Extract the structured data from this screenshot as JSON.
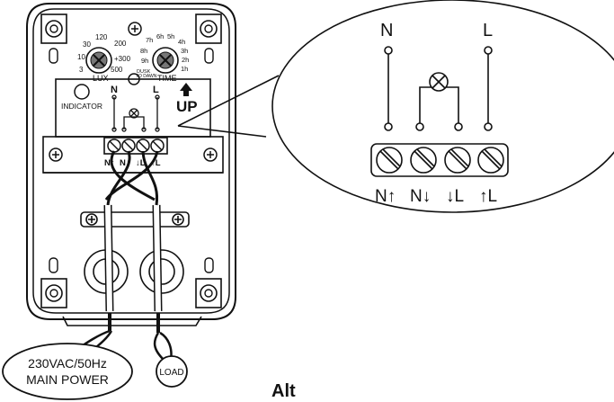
{
  "device": {
    "lux_dial": {
      "label": "LUX",
      "ticks": [
        "3",
        "10",
        "30",
        "120",
        "200",
        "+300",
        "500"
      ]
    },
    "time_dial": {
      "label": "TIME",
      "ticks": [
        "7h",
        "6h",
        "5h",
        "4h",
        "3h",
        "2h",
        "1h",
        "8h",
        "9h"
      ],
      "dusk_label": "DUSK",
      "dusk_sub": "TO DAWN"
    },
    "indicator_label": "INDICATOR",
    "up_label": "UP",
    "neutral_label": "N",
    "live_label": "L",
    "terminals": [
      "N↑",
      "N↓",
      "↓L",
      "↑L"
    ]
  },
  "zoom": {
    "neutral_label": "N",
    "live_label": "L",
    "terminals": [
      "N↑",
      "N↓",
      "↓L",
      "↑L"
    ]
  },
  "power_label": {
    "line1": "230VAC/50Hz",
    "line2": "MAIN POWER"
  },
  "load_label": "LOAD",
  "alt_text": "Alt"
}
